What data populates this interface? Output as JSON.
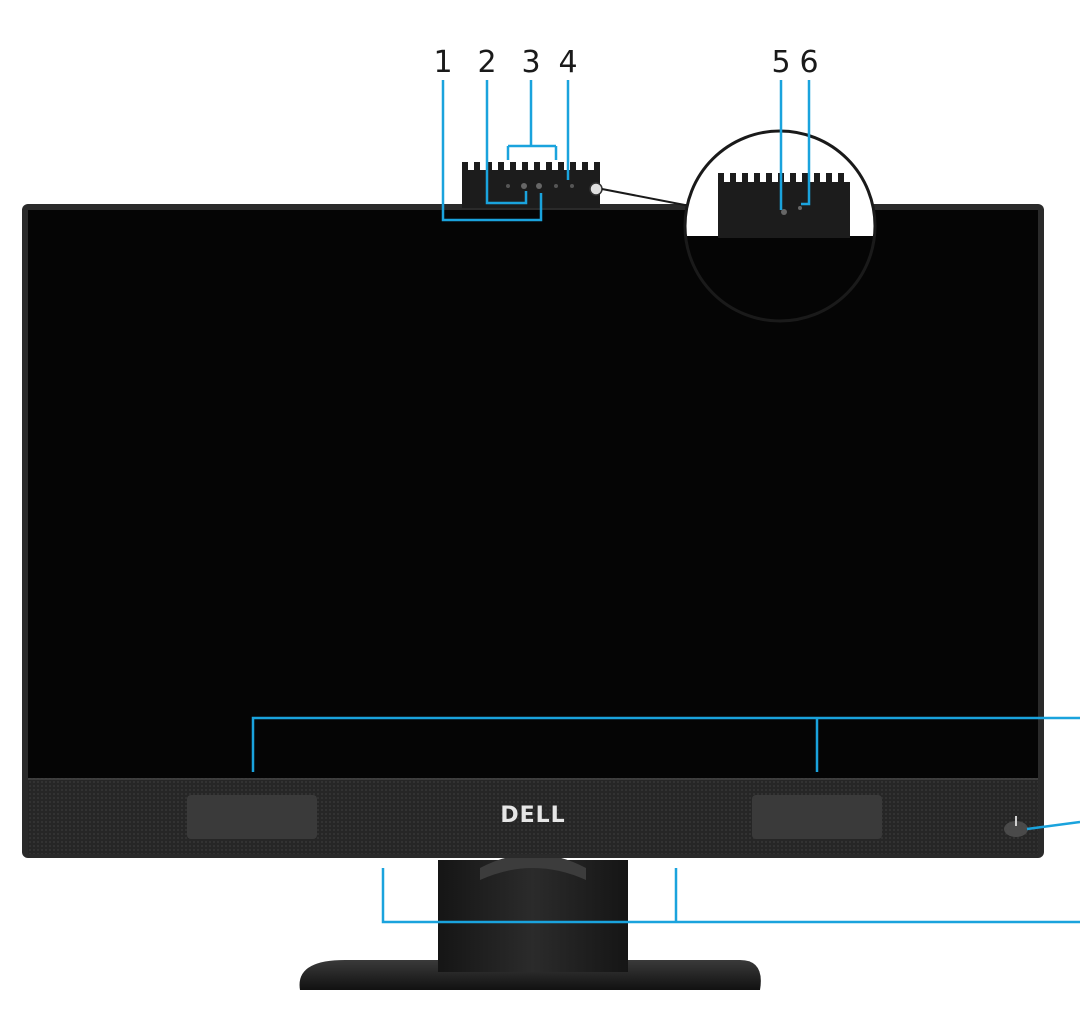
{
  "colors": {
    "background": "#ffffff",
    "screen": "#050505",
    "bezel": "#2a2a2a",
    "speaker_bar": "#262626",
    "speaker_grille": "#3a3a3a",
    "stand": "#1c1c1c",
    "callout_line": "#1aa3dd",
    "callout_text": "#1a1a1a",
    "logo": "#e6e6e6"
  },
  "brand_logo": {
    "text": "DELL",
    "icon": "dell-logo-icon"
  },
  "callouts": [
    {
      "id": "1",
      "label": "1"
    },
    {
      "id": "2",
      "label": "2"
    },
    {
      "id": "3",
      "label": "3"
    },
    {
      "id": "4",
      "label": "4"
    },
    {
      "id": "5",
      "label": "5"
    },
    {
      "id": "6",
      "label": "6"
    }
  ],
  "icons": {
    "power_button": "power-icon",
    "camera": "camera-icon",
    "magnifier": "zoom-inset-icon"
  }
}
